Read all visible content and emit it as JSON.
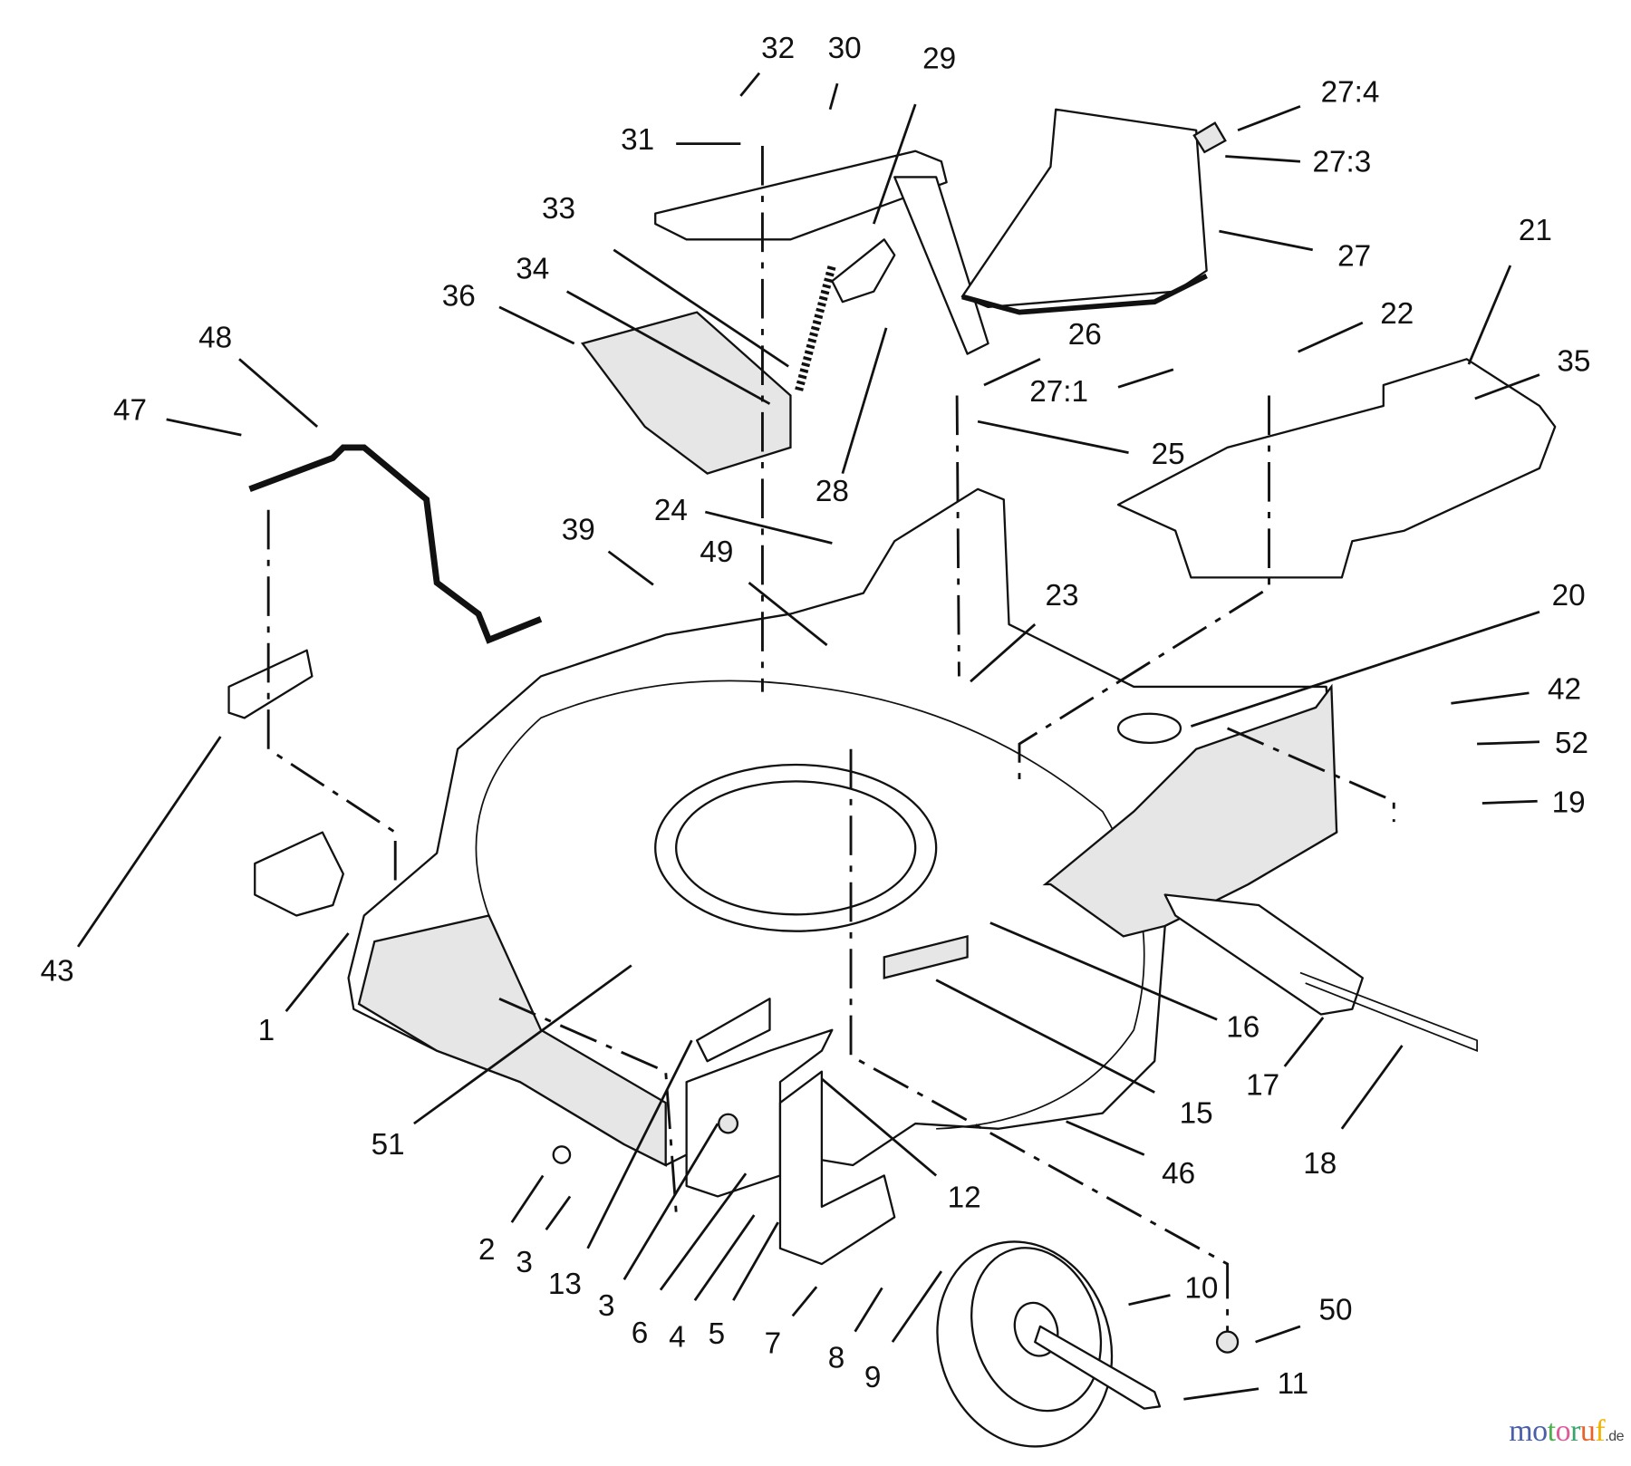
{
  "diagram": {
    "type": "exploded parts diagram",
    "part_labels": [
      "32",
      "30",
      "29",
      "31",
      "27:4",
      "27:3",
      "33",
      "27",
      "21",
      "34",
      "36",
      "22",
      "26",
      "35",
      "48",
      "27:1",
      "47",
      "25",
      "28",
      "24",
      "39",
      "49",
      "23",
      "20",
      "42",
      "52",
      "19",
      "43",
      "1",
      "16",
      "17",
      "15",
      "51",
      "18",
      "46",
      "12",
      "2",
      "3",
      "13",
      "3",
      "6",
      "4",
      "5",
      "7",
      "10",
      "50",
      "8",
      "9",
      "11"
    ]
  },
  "watermark": {
    "text": "motoruf",
    "suffix": ".de",
    "letters": [
      {
        "ch": "m",
        "color": "#4a5fa8"
      },
      {
        "ch": "o",
        "color": "#4a5fa8"
      },
      {
        "ch": "t",
        "color": "#4caf50"
      },
      {
        "ch": "o",
        "color": "#e05a9a"
      },
      {
        "ch": "r",
        "color": "#3aa56b"
      },
      {
        "ch": "u",
        "color": "#e8632a"
      },
      {
        "ch": "f",
        "color": "#f0b400"
      }
    ]
  }
}
